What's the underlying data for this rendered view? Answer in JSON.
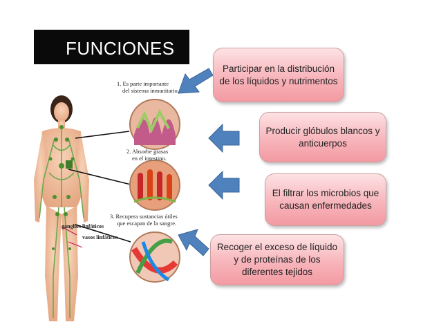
{
  "title": "FUNCIONES",
  "functions": [
    "Participar en la distribución de los líquidos y  nutrimentos",
    "Producir glóbulos blancos y anticuerpos",
    "El filtrar los microbios que causan enfermedades",
    "Recoger el exceso de líquido y de proteínas de los diferentes tejidos"
  ],
  "illustration": {
    "caption1_l1": "1. Es parte importante",
    "caption1_l2": "del sistema inmunitario.",
    "caption2_l1": "2. Absorbe grasas",
    "caption2_l2": "en el intestino.",
    "caption3_l1": "3. Recupera sustancias útiles",
    "caption3_l2": "que escapan de la sangre.",
    "label_ganglios": "ganglios linfáticos",
    "label_vasos": "vasos linfáticos"
  },
  "colors": {
    "arrow_fill": "#4f81bd",
    "box_border": "#c9a0a0"
  }
}
